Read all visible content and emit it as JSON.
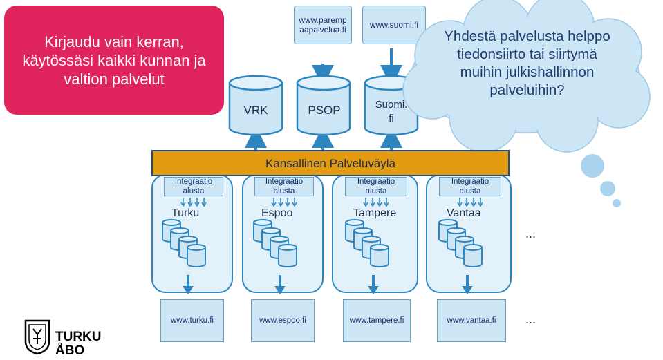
{
  "left_callout": {
    "text": "Kirjaudu vain kerran, käytössäsi kaikki kunnan ja valtion palvelut",
    "color": "#e0245e"
  },
  "top_urls": [
    "www.paremp aapalvelua.fi",
    "www.suomi.fi"
  ],
  "databases": [
    "VRK",
    "PSOP",
    "Suomi. fi"
  ],
  "cloud_text": "Yhdestä palvelusta helppo tiedonsiirto tai siirtymä muihin julkishallinnon palveluihin?",
  "bus": {
    "label": "Kansallinen Palveluväylä",
    "fill": "#e29a10"
  },
  "integration_label": "Integraatio alusta",
  "cities": [
    {
      "name": "Turku",
      "url": "www.turku.fi"
    },
    {
      "name": "Espoo",
      "url": "www.espoo.fi"
    },
    {
      "name": "Tampere",
      "url": "www.tampere.fi"
    },
    {
      "name": "Vantaa",
      "url": "www.vantaa.fi"
    }
  ],
  "ellipsis": "...",
  "logo": {
    "line1": "TURKU",
    "line2": "ÅBO"
  }
}
